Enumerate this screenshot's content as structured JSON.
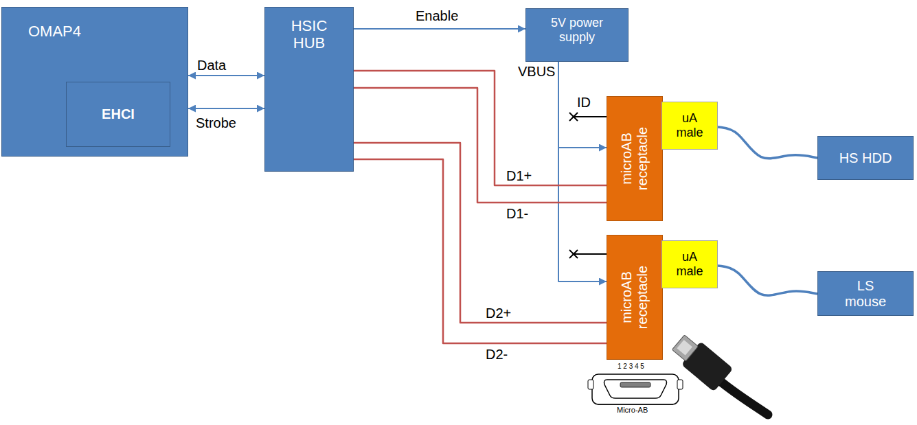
{
  "diagram": {
    "nodes": [
      {
        "text": [
          "OMAP4"
        ]
      },
      {
        "text": [
          "EHCI"
        ],
        "in": 0
      },
      {
        "text": [
          "HSIC HUB"
        ]
      },
      {
        "text": [
          "5V power supply"
        ]
      },
      {
        "text": [
          "microAB receptacle"
        ]
      },
      {
        "text": [
          "uA male"
        ]
      },
      {
        "text": [
          "HS HDD"
        ]
      },
      {
        "text": [
          "microAB receptacle"
        ]
      },
      {
        "text": [
          "uA male"
        ]
      },
      {
        "text": [
          "LS mouse"
        ]
      }
    ],
    "edges": [
      {
        "from": 0,
        "to": 2,
        "arrow": "both",
        "label": "Data"
      },
      {
        "from": 0,
        "to": 2,
        "arrow": "both",
        "label": "Strobe"
      },
      {
        "from": 2,
        "to": 3,
        "arrow": "to",
        "label": "Enable"
      },
      {
        "from": 3,
        "to": 4,
        "arrow": "to",
        "label": "VBUS"
      },
      {
        "from": 3,
        "to": 7,
        "arrow": "to"
      },
      {
        "from": 2,
        "to": 4,
        "arrow": "none",
        "label": "D1+"
      },
      {
        "from": 2,
        "to": 4,
        "arrow": "none",
        "label": "D1-"
      },
      {
        "from": 2,
        "to": 7,
        "arrow": "none",
        "label": "D2+"
      },
      {
        "from": 2,
        "to": 7,
        "arrow": "none",
        "label": "D2-"
      },
      {
        "from": 5,
        "to": 6,
        "arrow": "none"
      },
      {
        "from": 8,
        "to": 9,
        "arrow": "none"
      }
    ],
    "labels": [
      "ID",
      "1 2 3 4 5",
      "Micro-AB"
    ]
  }
}
